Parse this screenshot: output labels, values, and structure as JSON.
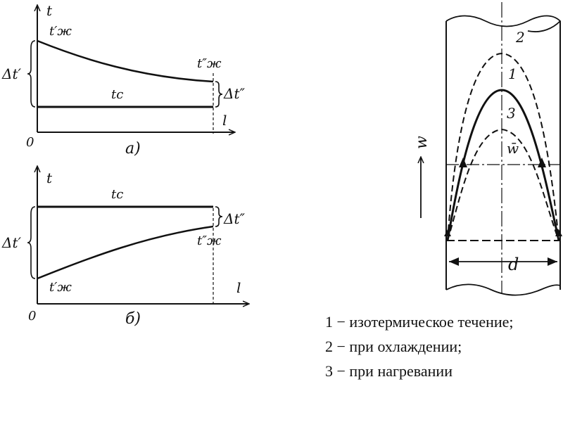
{
  "diagram_a": {
    "t_axis": "t",
    "l_axis": "l",
    "origin": "0",
    "fluid_in": "t′ж",
    "fluid_out": "t″ж",
    "wall": "tc",
    "delta_in": "Δt′",
    "delta_out": "Δt″",
    "caption": "а)"
  },
  "diagram_b": {
    "t_axis": "t",
    "l_axis": "l",
    "origin": "0",
    "fluid_in": "t′ж",
    "fluid_out": "t″ж",
    "wall": "tc",
    "delta_in": "Δt′",
    "delta_out": "Δt″",
    "caption": "б)"
  },
  "pipe": {
    "velocity_axis": "w",
    "mean_velocity": "w̄",
    "diameter": "d",
    "curve_1": "1",
    "curve_2": "2",
    "curve_3": "3"
  },
  "legend": [
    "1 − изотермическое течение;",
    "2 − при охлаждении;",
    "3 − при нагревании"
  ]
}
